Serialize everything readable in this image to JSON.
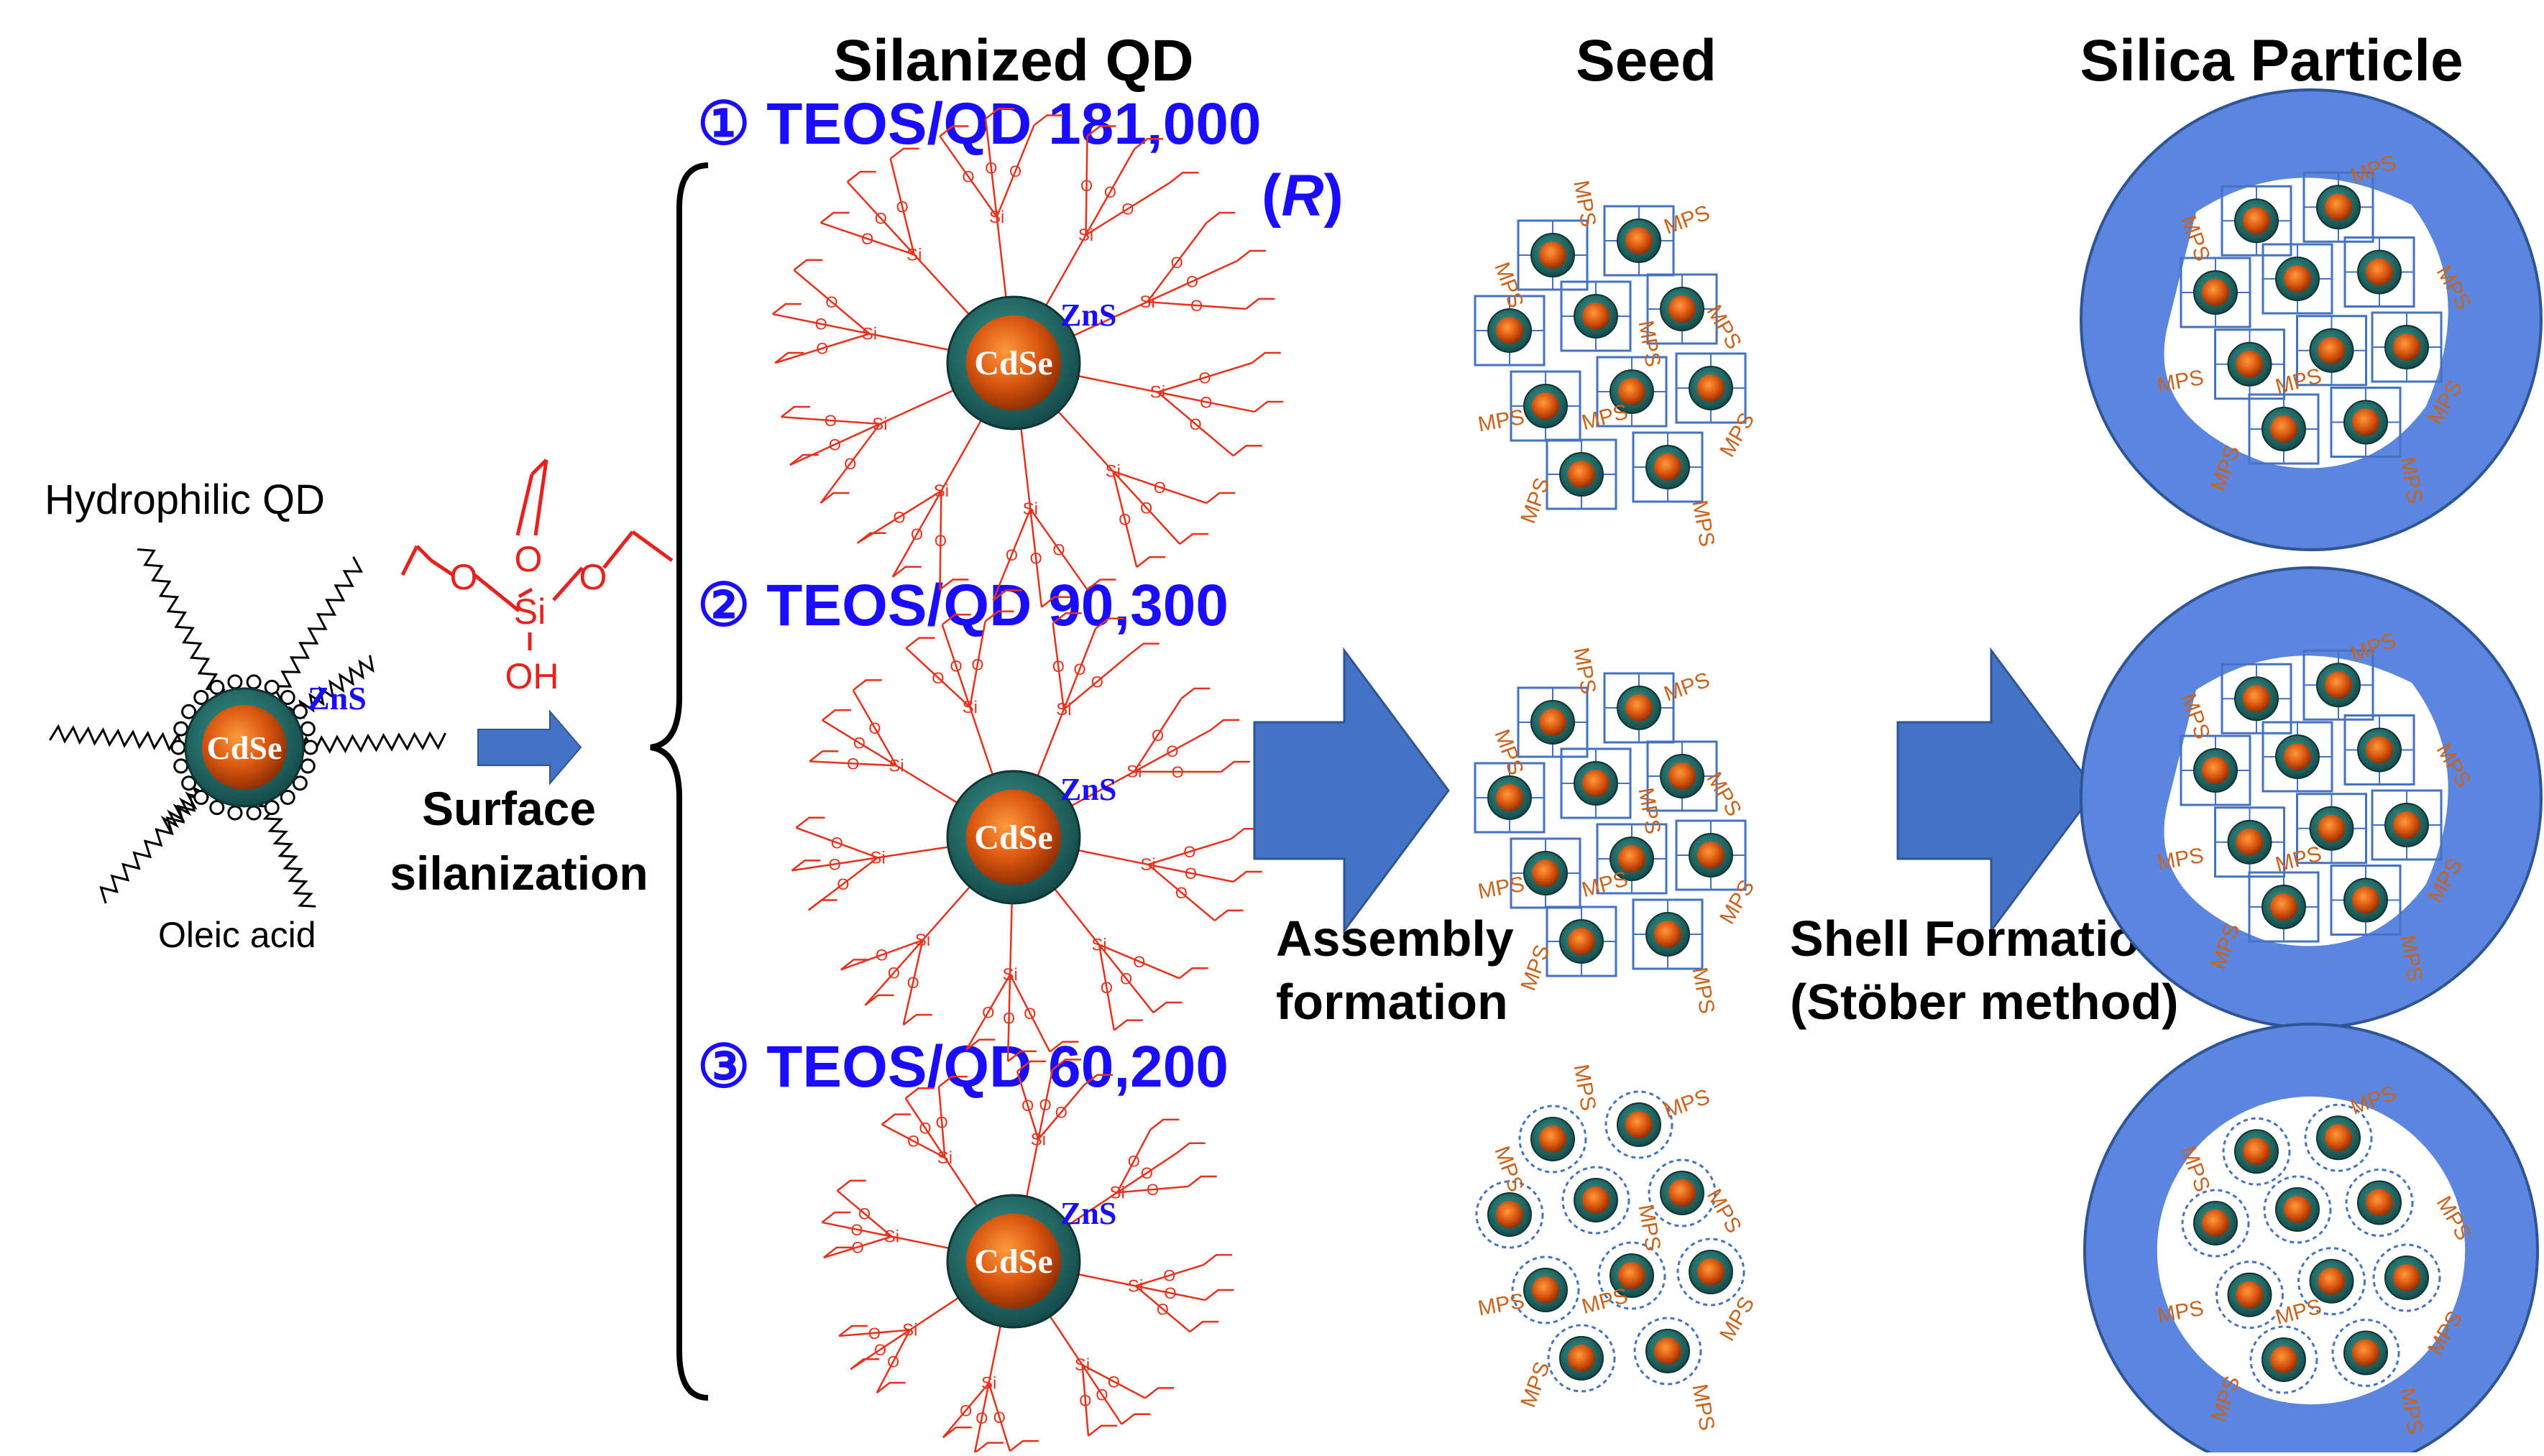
{
  "headers": {
    "silanized": "Silanized QD",
    "seed": "Seed",
    "silica": "Silica Particle"
  },
  "left": {
    "hydrophilic": "Hydrophilic QD",
    "oleic": "Oleic acid",
    "surface1": "Surface",
    "surface2": "silanization"
  },
  "teos": {
    "si": "Si",
    "oh": "OH",
    "o": "O"
  },
  "labels": {
    "l1": "① TEOS/QD 181,000",
    "r_open": "(",
    "r_letter": "R",
    "r_close": ")",
    "l2": "② TEOS/QD 90,300",
    "l3": "③ TEOS/QD 60,200"
  },
  "core": {
    "cdse": "CdSe",
    "zns": "ZnS"
  },
  "ligand": {
    "si": "Si",
    "o": "O",
    "mps": "MPS"
  },
  "arrows": {
    "assembly1": "Assembly",
    "assembly2": "formation",
    "shell1": "Shell Formation",
    "shell2": "(Stöber method)"
  },
  "colors": {
    "blue_text": "#1a0dff",
    "arrow": "#4472c4",
    "silica": "#5b86e0",
    "shell": "#1f6b6b",
    "core": "#d9560f",
    "ligand": "#e8311c",
    "mps": "#c8641e"
  }
}
